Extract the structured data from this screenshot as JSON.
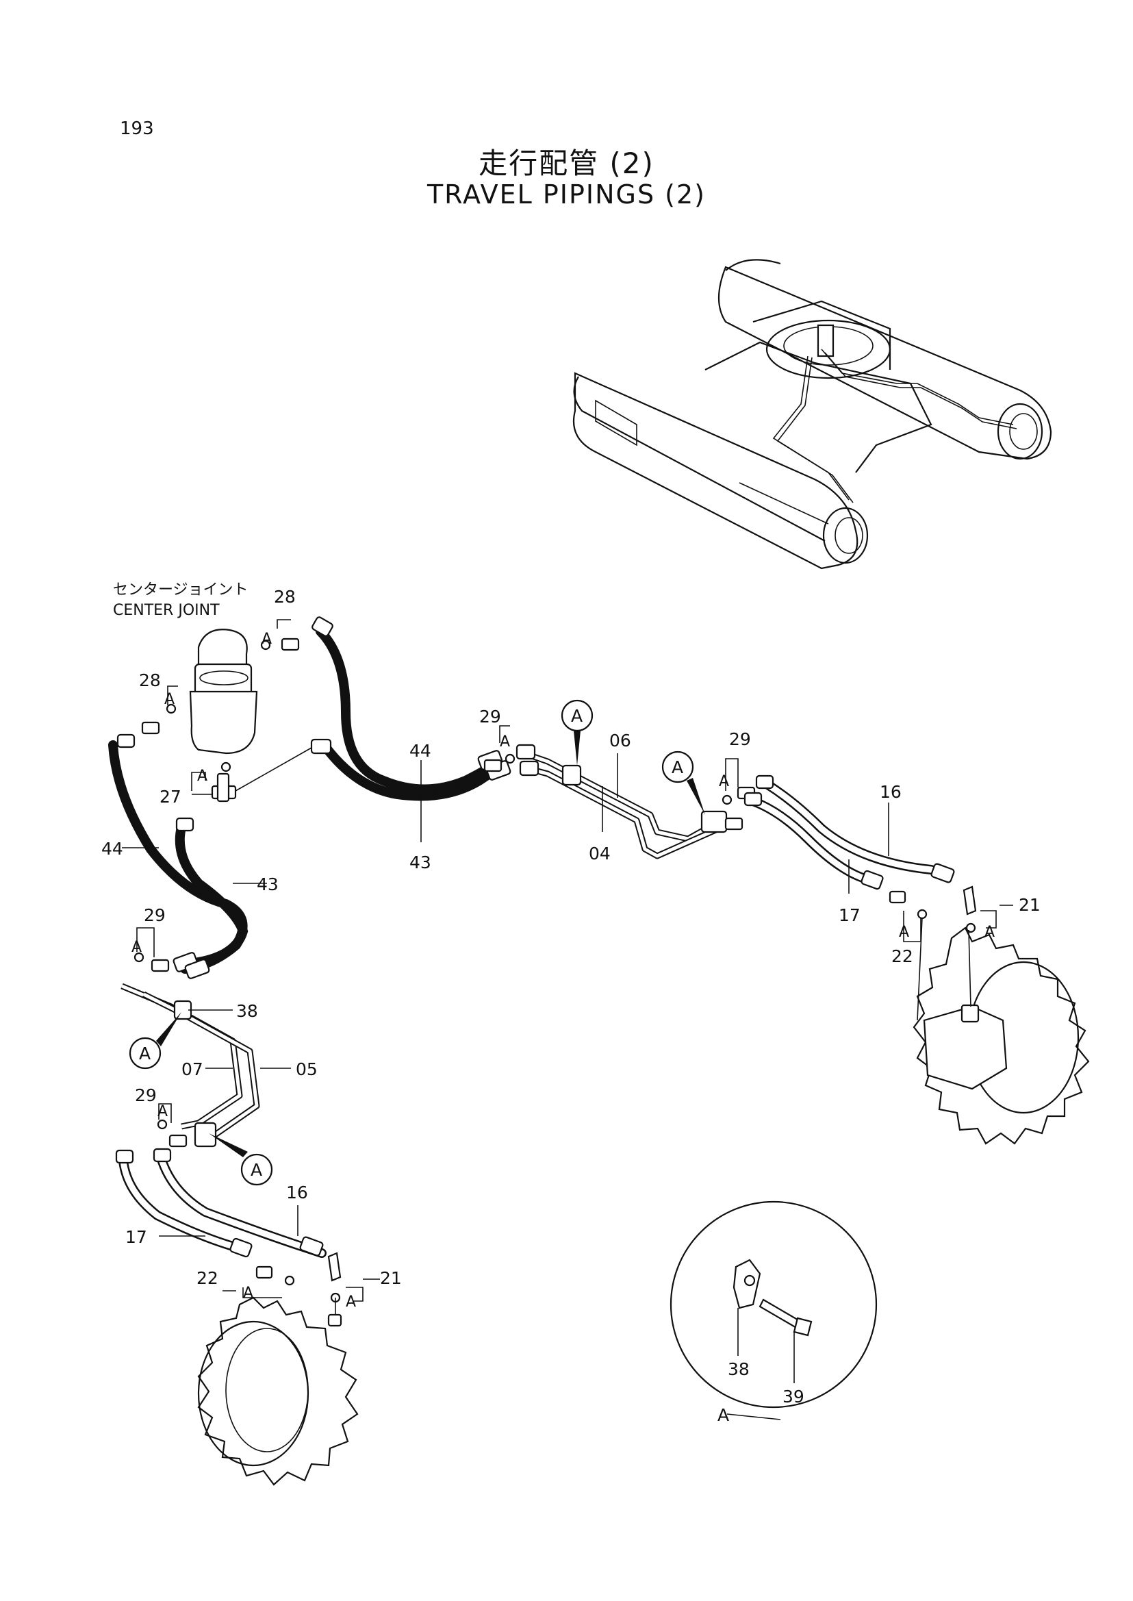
{
  "page_number": "193",
  "title_ja": "走行配管 (2)",
  "title_en": "TRAVEL PIPINGS (2)",
  "center_joint_label_ja": "センタージョイント",
  "center_joint_label_en": "CENTER JOINT",
  "detail_marker": "A",
  "part_numbers": [
    "04",
    "05",
    "06",
    "07",
    "16",
    "17",
    "21",
    "22",
    "27",
    "28",
    "29",
    "38",
    "39",
    "43",
    "44"
  ]
}
